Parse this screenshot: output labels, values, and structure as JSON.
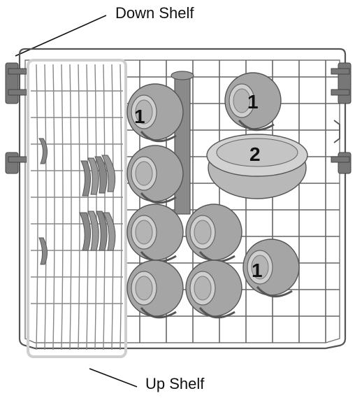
{
  "labels": {
    "down_shelf": "Down Shelf",
    "up_shelf": "Up Shelf"
  },
  "items": {
    "cup_marker": "1",
    "plate_marker": "2"
  },
  "colors": {
    "wire": "#555555",
    "wire_light": "#8a8a8a",
    "item_fill": "#a3a3a3",
    "item_dark": "#777777",
    "item_light": "#cfcfcf",
    "basket_outline": "#cfcfcf",
    "text": "#111111"
  }
}
